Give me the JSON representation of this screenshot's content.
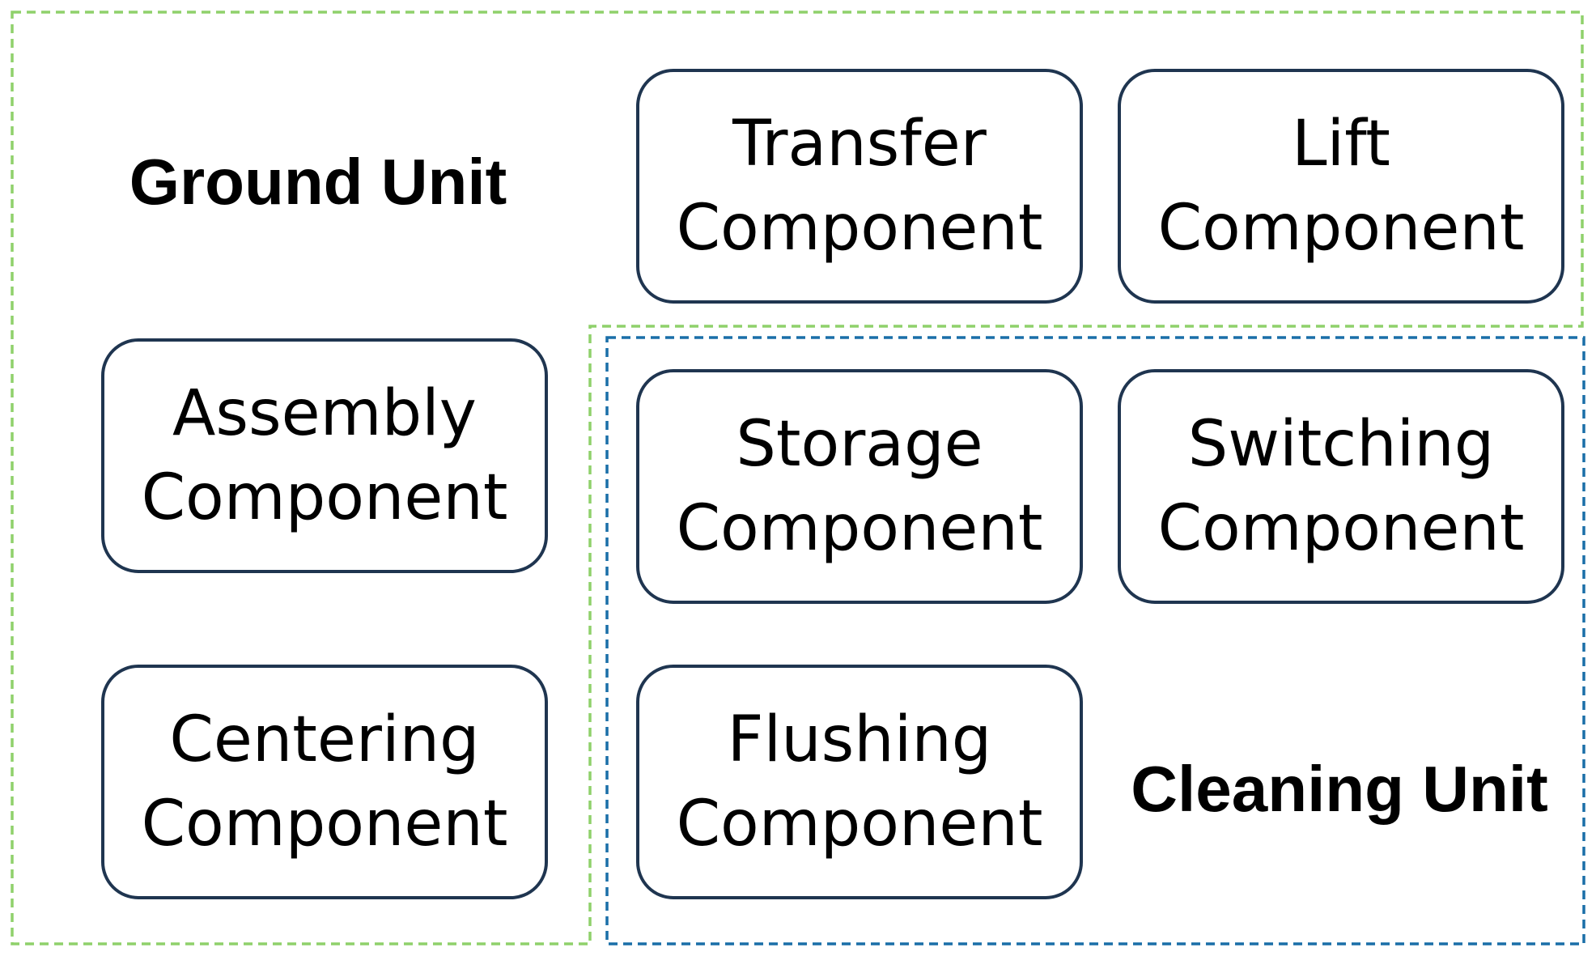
{
  "colors": {
    "ground_unit_border": "#8fd16b",
    "cleaning_unit_border": "#1a6fa8",
    "component_border": "#1f3550",
    "text": "#000000",
    "background": "#ffffff"
  },
  "ground_unit": {
    "title": "Ground Unit"
  },
  "cleaning_unit": {
    "title": "Cleaning Unit"
  },
  "components": {
    "transfer": {
      "line1": "Transfer",
      "line2": "Component"
    },
    "lift": {
      "line1": "Lift",
      "line2": "Component"
    },
    "assembly": {
      "line1": "Assembly",
      "line2": "Component"
    },
    "centering": {
      "line1": "Centering",
      "line2": "Component"
    },
    "storage": {
      "line1": "Storage",
      "line2": "Component"
    },
    "switching": {
      "line1": "Switching",
      "line2": "Component"
    },
    "flushing": {
      "line1": "Flushing",
      "line2": "Component"
    }
  }
}
